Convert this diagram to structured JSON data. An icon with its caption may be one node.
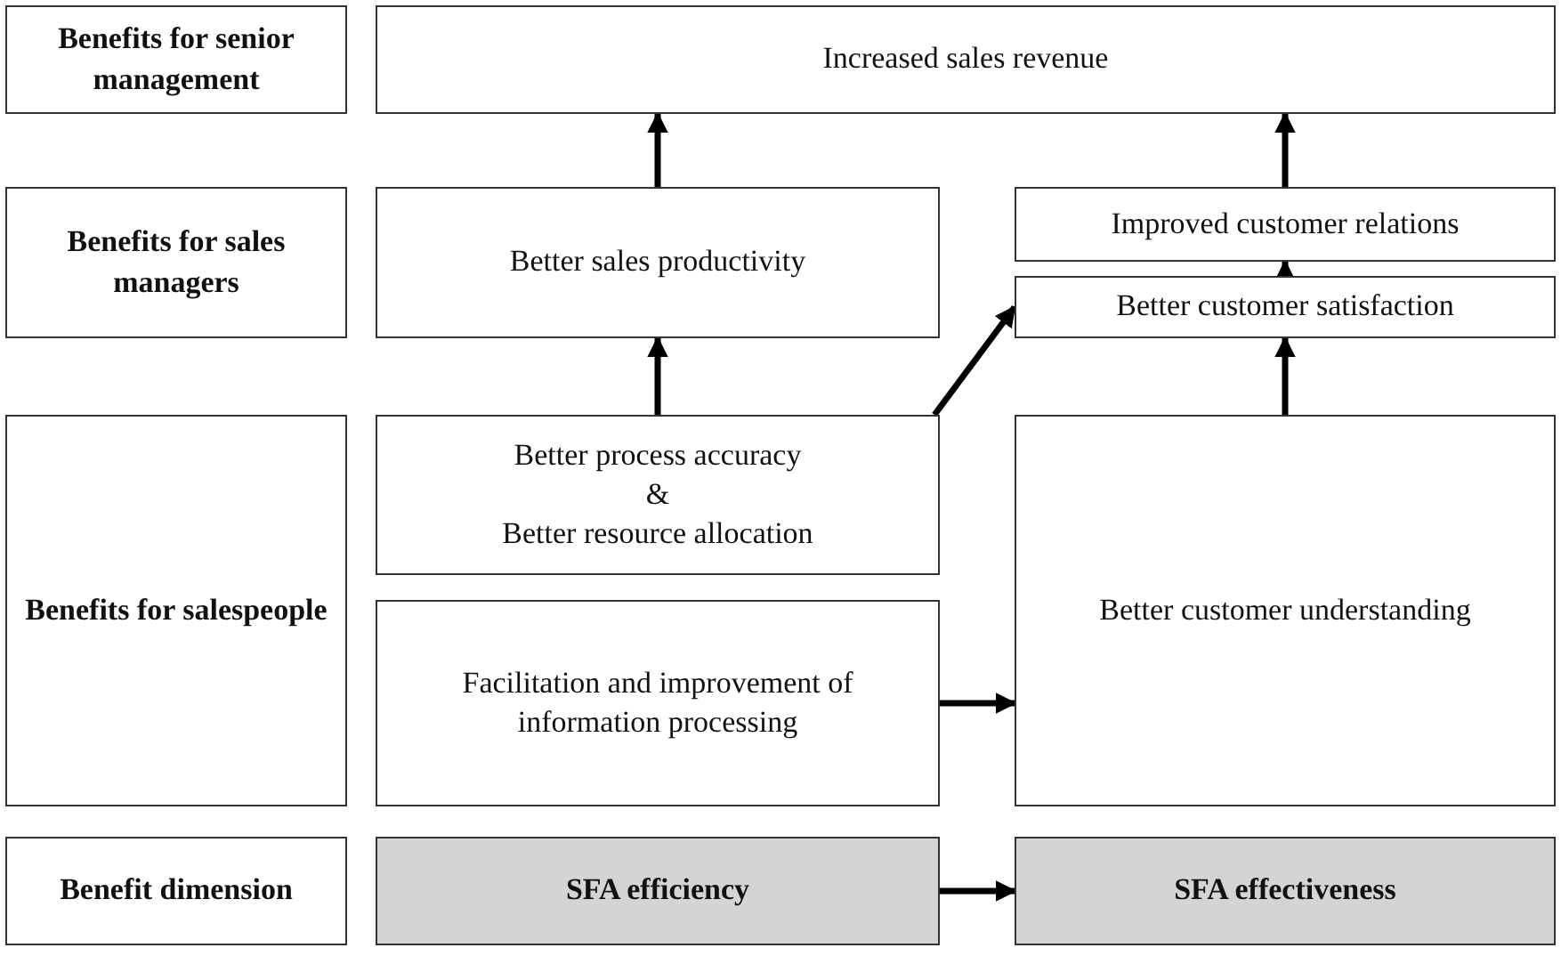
{
  "diagram": {
    "nodes": [
      {
        "text": [
          "Benefits for senior management"
        ]
      },
      {
        "text": [
          "Increased sales revenue"
        ]
      },
      {
        "text": [
          "Benefits for sales managers"
        ]
      },
      {
        "text": [
          "Better sales productivity"
        ]
      },
      {
        "text": [
          "Improved customer relations"
        ]
      },
      {
        "text": [
          "Better customer satisfaction"
        ]
      },
      {
        "text": [
          "Benefits for salespeople"
        ]
      },
      {
        "text": [
          "Better process accuracy",
          "&",
          "Better resource allocation"
        ]
      },
      {
        "text": [
          "Facilitation and improvement of information processing"
        ]
      },
      {
        "text": [
          "Better customer understanding"
        ]
      },
      {
        "text": [
          "Benefit dimension"
        ]
      },
      {
        "text": [
          "SFA efficiency"
        ]
      },
      {
        "text": [
          "SFA effectiveness"
        ]
      }
    ],
    "edges": [
      {
        "from": 3,
        "to": 1,
        "arrow": "to"
      },
      {
        "from": 4,
        "to": 1,
        "arrow": "to"
      },
      {
        "from": 5,
        "to": 4,
        "arrow": "to"
      },
      {
        "from": 7,
        "to": 3,
        "arrow": "to"
      },
      {
        "from": 7,
        "to": 5,
        "arrow": "to"
      },
      {
        "from": 9,
        "to": 5,
        "arrow": "to"
      },
      {
        "from": 8,
        "to": 9,
        "arrow": "to"
      },
      {
        "from": 11,
        "to": 12,
        "arrow": "to"
      }
    ]
  }
}
